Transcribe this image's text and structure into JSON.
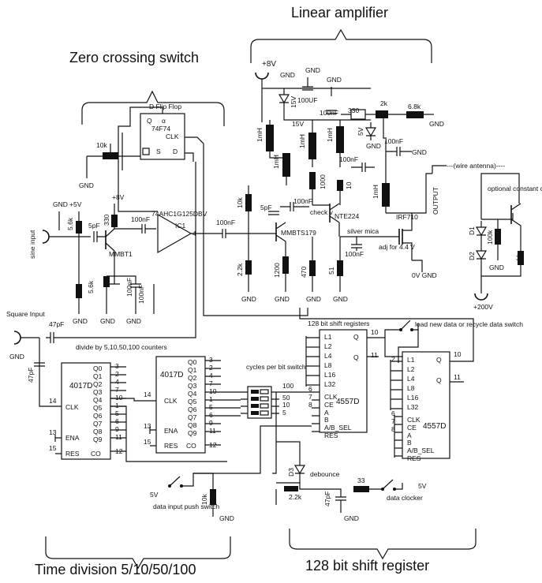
{
  "sections": {
    "linear_amplifier": "Linear amplifier",
    "zero_crossing": "Zero crossing switch",
    "time_division": "Time division 5/10/50/100",
    "shift_register": "128 bit shift register"
  },
  "labels": {
    "d_flip_flop": "D Flip Flop",
    "ic_74f74": "74F74",
    "ic1": "74AHC1G125DBV",
    "ic1_name": "IC1",
    "sine_input": "sine input",
    "square_input": "Square Input",
    "divide_by": "divide by 5,10,50,100 counters",
    "cycles_switch": "cycles per bit switch",
    "shift_registers_title": "128 bit shift registers",
    "load_new_data": "load new data or recycle data switch",
    "wire_antenna": "---(wire antenna)----",
    "optional_current": "optional constant current",
    "output": "OUTPUT",
    "debounce": "debounce",
    "data_input": "data input push switch",
    "data_clocker": "data clocker",
    "check_v": "check v",
    "silver_mica": "silver mica",
    "adj_for": "adj for 4.4 V",
    "zero_v_gnd": "0V GND",
    "plus_200v": "+200V"
  },
  "parts": {
    "gnd": "GND",
    "plus5v": "+5V",
    "plus8v": "+8V",
    "five_v": "5V",
    "fifteen_v": "15V",
    "r10k": "10k",
    "r330": "330",
    "r56k": "5.6k",
    "r2k": "2k",
    "r68k": "6.8k",
    "r1000": "1000",
    "r470": "470",
    "r51": "51",
    "r22k": "2.2k",
    "r1200": "1200",
    "r10": "10",
    "r33": "33",
    "r100k": "100k",
    "r3": "3",
    "r100": "100",
    "c100nf": "100nF",
    "c100uf": "100UF",
    "c5pf": "5pF",
    "c47pf": "47pF",
    "l1mh": "1mH",
    "mmbt1": "MMBT1",
    "mmbts179": "MMBTS179",
    "nte224": "NTE224",
    "irf710": "IRF710",
    "d1": "D1",
    "d2": "D2",
    "d3": "D3",
    "ic_4017d": "4017D",
    "ic_4557d": "4557D"
  },
  "pins": {
    "q": "Q",
    "alpha": "α",
    "clk": "CLK",
    "s": "S",
    "d": "D",
    "ena": "ENA",
    "res": "RES",
    "co": "CO",
    "ce": "CE",
    "a": "A",
    "b": "B",
    "ab_sel": "A/B_SEL",
    "counter_q": [
      "Q0",
      "Q1",
      "Q2",
      "Q3",
      "Q4",
      "Q5",
      "Q6",
      "Q7",
      "Q8",
      "Q9"
    ],
    "sr_inputs": [
      "L1",
      "L2",
      "L4",
      "L8",
      "L16",
      "L32"
    ],
    "switch_values": [
      "100",
      "50",
      "10",
      "5"
    ]
  },
  "pin_numbers": {
    "n1": "1",
    "n2": "2",
    "n3": "3",
    "n4": "4",
    "n5": "5",
    "n6": "6",
    "n7": "7",
    "n8": "8",
    "n9": "9",
    "n10": "10",
    "n11": "11",
    "n12": "12",
    "n13": "13",
    "n14": "14",
    "n15": "15"
  }
}
